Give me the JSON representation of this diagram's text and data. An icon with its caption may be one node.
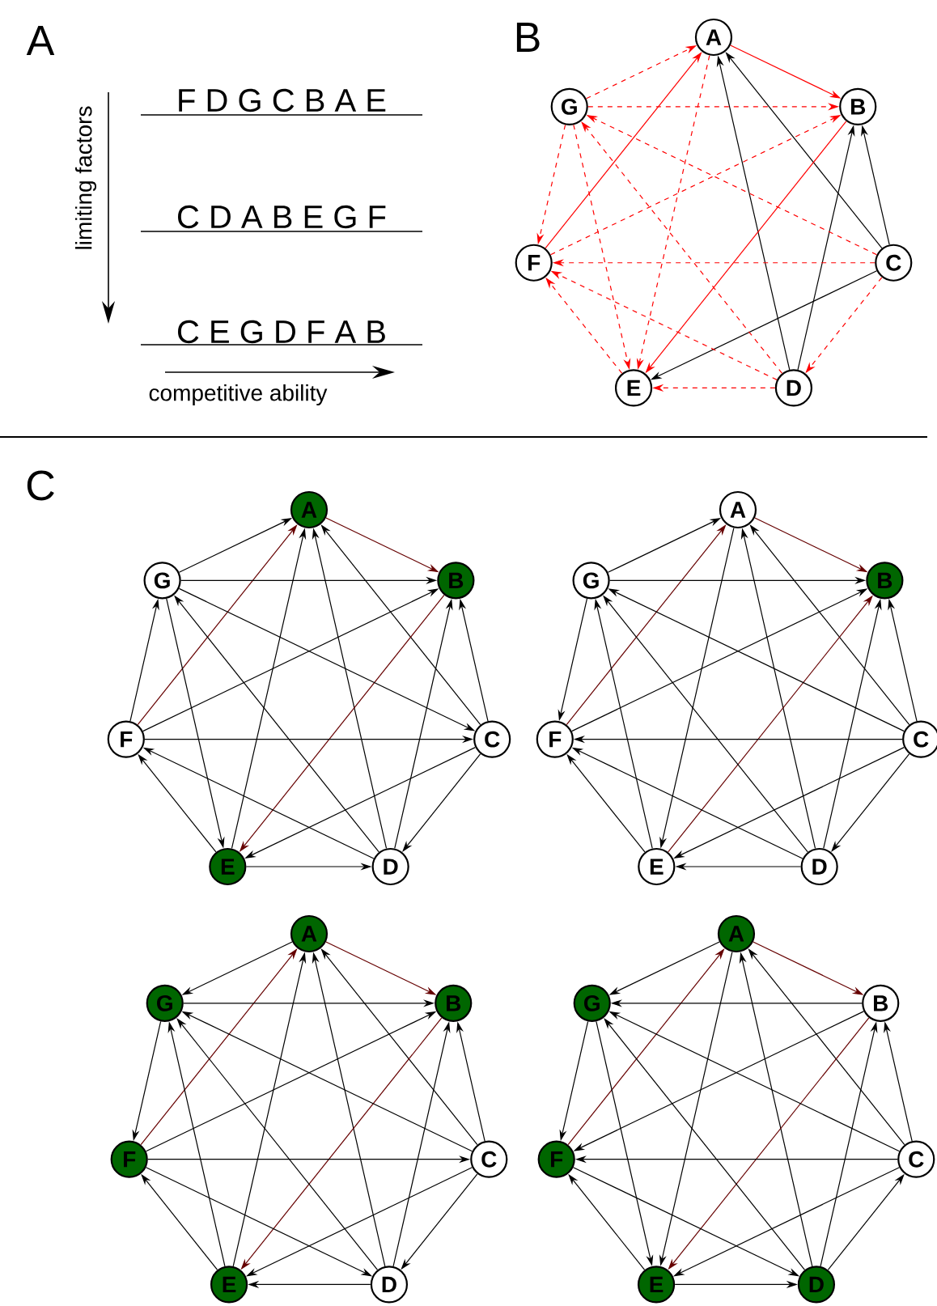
{
  "diagram": {
    "nodes": [
      {
        "text": [
          "A"
        ]
      },
      {
        "text": [
          "B"
        ]
      },
      {
        "text": [
          "C"
        ]
      },
      {
        "text": [
          "D"
        ]
      },
      {
        "text": [
          "E"
        ]
      },
      {
        "text": [
          "F"
        ]
      },
      {
        "text": [
          "G"
        ]
      },
      {
        "text": [
          "A"
        ]
      },
      {
        "text": [
          "B"
        ]
      },
      {
        "text": [
          "C"
        ]
      },
      {
        "text": [
          "D"
        ]
      },
      {
        "text": [
          "E"
        ]
      },
      {
        "text": [
          "F"
        ]
      },
      {
        "text": [
          "G"
        ]
      },
      {
        "text": [
          "A"
        ]
      },
      {
        "text": [
          "B"
        ]
      },
      {
        "text": [
          "C"
        ]
      },
      {
        "text": [
          "D"
        ]
      },
      {
        "text": [
          "E"
        ]
      },
      {
        "text": [
          "F"
        ]
      },
      {
        "text": [
          "G"
        ]
      },
      {
        "text": [
          "A"
        ]
      },
      {
        "text": [
          "B"
        ]
      },
      {
        "text": [
          "C"
        ]
      },
      {
        "text": [
          "D"
        ]
      },
      {
        "text": [
          "E"
        ]
      },
      {
        "text": [
          "F"
        ]
      },
      {
        "text": [
          "G"
        ]
      },
      {
        "text": [
          "A"
        ]
      },
      {
        "text": [
          "B"
        ]
      },
      {
        "text": [
          "C"
        ]
      },
      {
        "text": [
          "D"
        ]
      },
      {
        "text": [
          "E"
        ]
      },
      {
        "text": [
          "F"
        ]
      },
      {
        "text": [
          "G"
        ]
      }
    ],
    "edges": [
      {
        "from": 0,
        "to": 1,
        "arrow": "to",
        "color": "#ff0000"
      },
      {
        "from": 6,
        "to": 0,
        "arrow": "to",
        "color": "#ff0000",
        "style": "dashed"
      },
      {
        "from": 5,
        "to": 0,
        "arrow": "to",
        "color": "#ff0000"
      },
      {
        "from": 0,
        "to": 4,
        "arrow": "to",
        "color": "#ff0000",
        "style": "dashed"
      },
      {
        "from": 3,
        "to": 0,
        "arrow": "to"
      },
      {
        "from": 2,
        "to": 0,
        "arrow": "to"
      },
      {
        "from": 6,
        "to": 1,
        "arrow": "to",
        "color": "#ff0000",
        "style": "dashed"
      },
      {
        "from": 5,
        "to": 1,
        "arrow": "to",
        "color": "#ff0000",
        "style": "dashed"
      },
      {
        "from": 1,
        "to": 4,
        "arrow": "to",
        "color": "#ff0000"
      },
      {
        "from": 3,
        "to": 1,
        "arrow": "to"
      },
      {
        "from": 2,
        "to": 1,
        "arrow": "to"
      },
      {
        "from": 2,
        "to": 6,
        "arrow": "to",
        "color": "#ff0000",
        "style": "dashed"
      },
      {
        "from": 2,
        "to": 5,
        "arrow": "to",
        "color": "#ff0000",
        "style": "dashed"
      },
      {
        "from": 2,
        "to": 4,
        "arrow": "to"
      },
      {
        "from": 2,
        "to": 3,
        "arrow": "to",
        "color": "#ff0000",
        "style": "dashed"
      },
      {
        "from": 3,
        "to": 4,
        "arrow": "to",
        "color": "#ff0000",
        "style": "dashed"
      },
      {
        "from": 3,
        "to": 5,
        "arrow": "to",
        "color": "#ff0000",
        "style": "dashed"
      },
      {
        "from": 3,
        "to": 6,
        "arrow": "to",
        "color": "#ff0000",
        "style": "dashed"
      },
      {
        "from": 4,
        "to": 5,
        "arrow": "to",
        "color": "#ff0000",
        "style": "dashed"
      },
      {
        "from": 6,
        "to": 4,
        "arrow": "to",
        "color": "#ff0000",
        "style": "dashed"
      },
      {
        "from": 6,
        "to": 5,
        "arrow": "to",
        "color": "#ff0000",
        "style": "dashed"
      },
      {
        "from": 7,
        "to": 8,
        "arrow": "to",
        "color": "#660000"
      },
      {
        "from": 13,
        "to": 7,
        "arrow": "to"
      },
      {
        "from": 12,
        "to": 7,
        "arrow": "to",
        "color": "#660000"
      },
      {
        "from": 11,
        "to": 7,
        "arrow": "to"
      },
      {
        "from": 10,
        "to": 7,
        "arrow": "to"
      },
      {
        "from": 9,
        "to": 7,
        "arrow": "to"
      },
      {
        "from": 13,
        "to": 8,
        "arrow": "to"
      },
      {
        "from": 12,
        "to": 8,
        "arrow": "to"
      },
      {
        "from": 8,
        "to": 11,
        "arrow": "to",
        "color": "#660000"
      },
      {
        "from": 10,
        "to": 8,
        "arrow": "to"
      },
      {
        "from": 9,
        "to": 8,
        "arrow": "to"
      },
      {
        "from": 13,
        "to": 9,
        "arrow": "to"
      },
      {
        "from": 12,
        "to": 9,
        "arrow": "to"
      },
      {
        "from": 9,
        "to": 11,
        "arrow": "to"
      },
      {
        "from": 9,
        "to": 10,
        "arrow": "to"
      },
      {
        "from": 11,
        "to": 10,
        "arrow": "to"
      },
      {
        "from": 10,
        "to": 12,
        "arrow": "to"
      },
      {
        "from": 10,
        "to": 13,
        "arrow": "to"
      },
      {
        "from": 11,
        "to": 12,
        "arrow": "to"
      },
      {
        "from": 13,
        "to": 11,
        "arrow": "to"
      },
      {
        "from": 12,
        "to": 13,
        "arrow": "to"
      },
      {
        "from": 14,
        "to": 15,
        "arrow": "to",
        "color": "#660000"
      },
      {
        "from": 20,
        "to": 14,
        "arrow": "to"
      },
      {
        "from": 19,
        "to": 14,
        "arrow": "to",
        "color": "#660000"
      },
      {
        "from": 14,
        "to": 18,
        "arrow": "to"
      },
      {
        "from": 17,
        "to": 14,
        "arrow": "to"
      },
      {
        "from": 16,
        "to": 14,
        "arrow": "to"
      },
      {
        "from": 20,
        "to": 15,
        "arrow": "to"
      },
      {
        "from": 19,
        "to": 15,
        "arrow": "to"
      },
      {
        "from": 18,
        "to": 15,
        "arrow": "to",
        "color": "#660000"
      },
      {
        "from": 17,
        "to": 15,
        "arrow": "to"
      },
      {
        "from": 16,
        "to": 15,
        "arrow": "to"
      },
      {
        "from": 16,
        "to": 20,
        "arrow": "to"
      },
      {
        "from": 16,
        "to": 19,
        "arrow": "to"
      },
      {
        "from": 16,
        "to": 18,
        "arrow": "to"
      },
      {
        "from": 16,
        "to": 17,
        "arrow": "to"
      },
      {
        "from": 17,
        "to": 18,
        "arrow": "to"
      },
      {
        "from": 17,
        "to": 19,
        "arrow": "to"
      },
      {
        "from": 17,
        "to": 20,
        "arrow": "to"
      },
      {
        "from": 18,
        "to": 19,
        "arrow": "to"
      },
      {
        "from": 18,
        "to": 20,
        "arrow": "to"
      },
      {
        "from": 20,
        "to": 19,
        "arrow": "to"
      },
      {
        "from": 21,
        "to": 22,
        "arrow": "to",
        "color": "#660000"
      },
      {
        "from": 21,
        "to": 27,
        "arrow": "to"
      },
      {
        "from": 26,
        "to": 21,
        "arrow": "to",
        "color": "#660000"
      },
      {
        "from": 25,
        "to": 21,
        "arrow": "to"
      },
      {
        "from": 24,
        "to": 21,
        "arrow": "to"
      },
      {
        "from": 23,
        "to": 21,
        "arrow": "to"
      },
      {
        "from": 27,
        "to": 22,
        "arrow": "to"
      },
      {
        "from": 26,
        "to": 22,
        "arrow": "to"
      },
      {
        "from": 22,
        "to": 25,
        "arrow": "to",
        "color": "#660000"
      },
      {
        "from": 24,
        "to": 22,
        "arrow": "to"
      },
      {
        "from": 23,
        "to": 22,
        "arrow": "to"
      },
      {
        "from": 23,
        "to": 27,
        "arrow": "to"
      },
      {
        "from": 26,
        "to": 23,
        "arrow": "to"
      },
      {
        "from": 23,
        "to": 25,
        "arrow": "to"
      },
      {
        "from": 23,
        "to": 24,
        "arrow": "to"
      },
      {
        "from": 24,
        "to": 25,
        "arrow": "to"
      },
      {
        "from": 26,
        "to": 24,
        "arrow": "to"
      },
      {
        "from": 24,
        "to": 27,
        "arrow": "to"
      },
      {
        "from": 25,
        "to": 26,
        "arrow": "to"
      },
      {
        "from": 25,
        "to": 27,
        "arrow": "to"
      },
      {
        "from": 27,
        "to": 26,
        "arrow": "to"
      },
      {
        "from": 28,
        "to": 29,
        "arrow": "to",
        "color": "#660000"
      },
      {
        "from": 28,
        "to": 34,
        "arrow": "to"
      },
      {
        "from": 33,
        "to": 28,
        "arrow": "to",
        "color": "#660000"
      },
      {
        "from": 28,
        "to": 32,
        "arrow": "to"
      },
      {
        "from": 31,
        "to": 28,
        "arrow": "to"
      },
      {
        "from": 30,
        "to": 28,
        "arrow": "to"
      },
      {
        "from": 29,
        "to": 34,
        "arrow": "to"
      },
      {
        "from": 29,
        "to": 33,
        "arrow": "to"
      },
      {
        "from": 29,
        "to": 32,
        "arrow": "to",
        "color": "#660000"
      },
      {
        "from": 31,
        "to": 29,
        "arrow": "to"
      },
      {
        "from": 30,
        "to": 29,
        "arrow": "to"
      },
      {
        "from": 30,
        "to": 34,
        "arrow": "to"
      },
      {
        "from": 30,
        "to": 33,
        "arrow": "to"
      },
      {
        "from": 30,
        "to": 32,
        "arrow": "to"
      },
      {
        "from": 31,
        "to": 30,
        "arrow": "to"
      },
      {
        "from": 32,
        "to": 31,
        "arrow": "to"
      },
      {
        "from": 33,
        "to": 31,
        "arrow": "to"
      },
      {
        "from": 31,
        "to": 34,
        "arrow": "to"
      },
      {
        "from": 32,
        "to": 33,
        "arrow": "to"
      },
      {
        "from": 34,
        "to": 32,
        "arrow": "to"
      },
      {
        "from": 34,
        "to": 33,
        "arrow": "to"
      }
    ],
    "labels": [
      "A",
      "F D G C B A E",
      "C D A B E G F",
      "C E G D F A B",
      "limiting factors",
      "competitive ability",
      "B",
      "C"
    ]
  }
}
